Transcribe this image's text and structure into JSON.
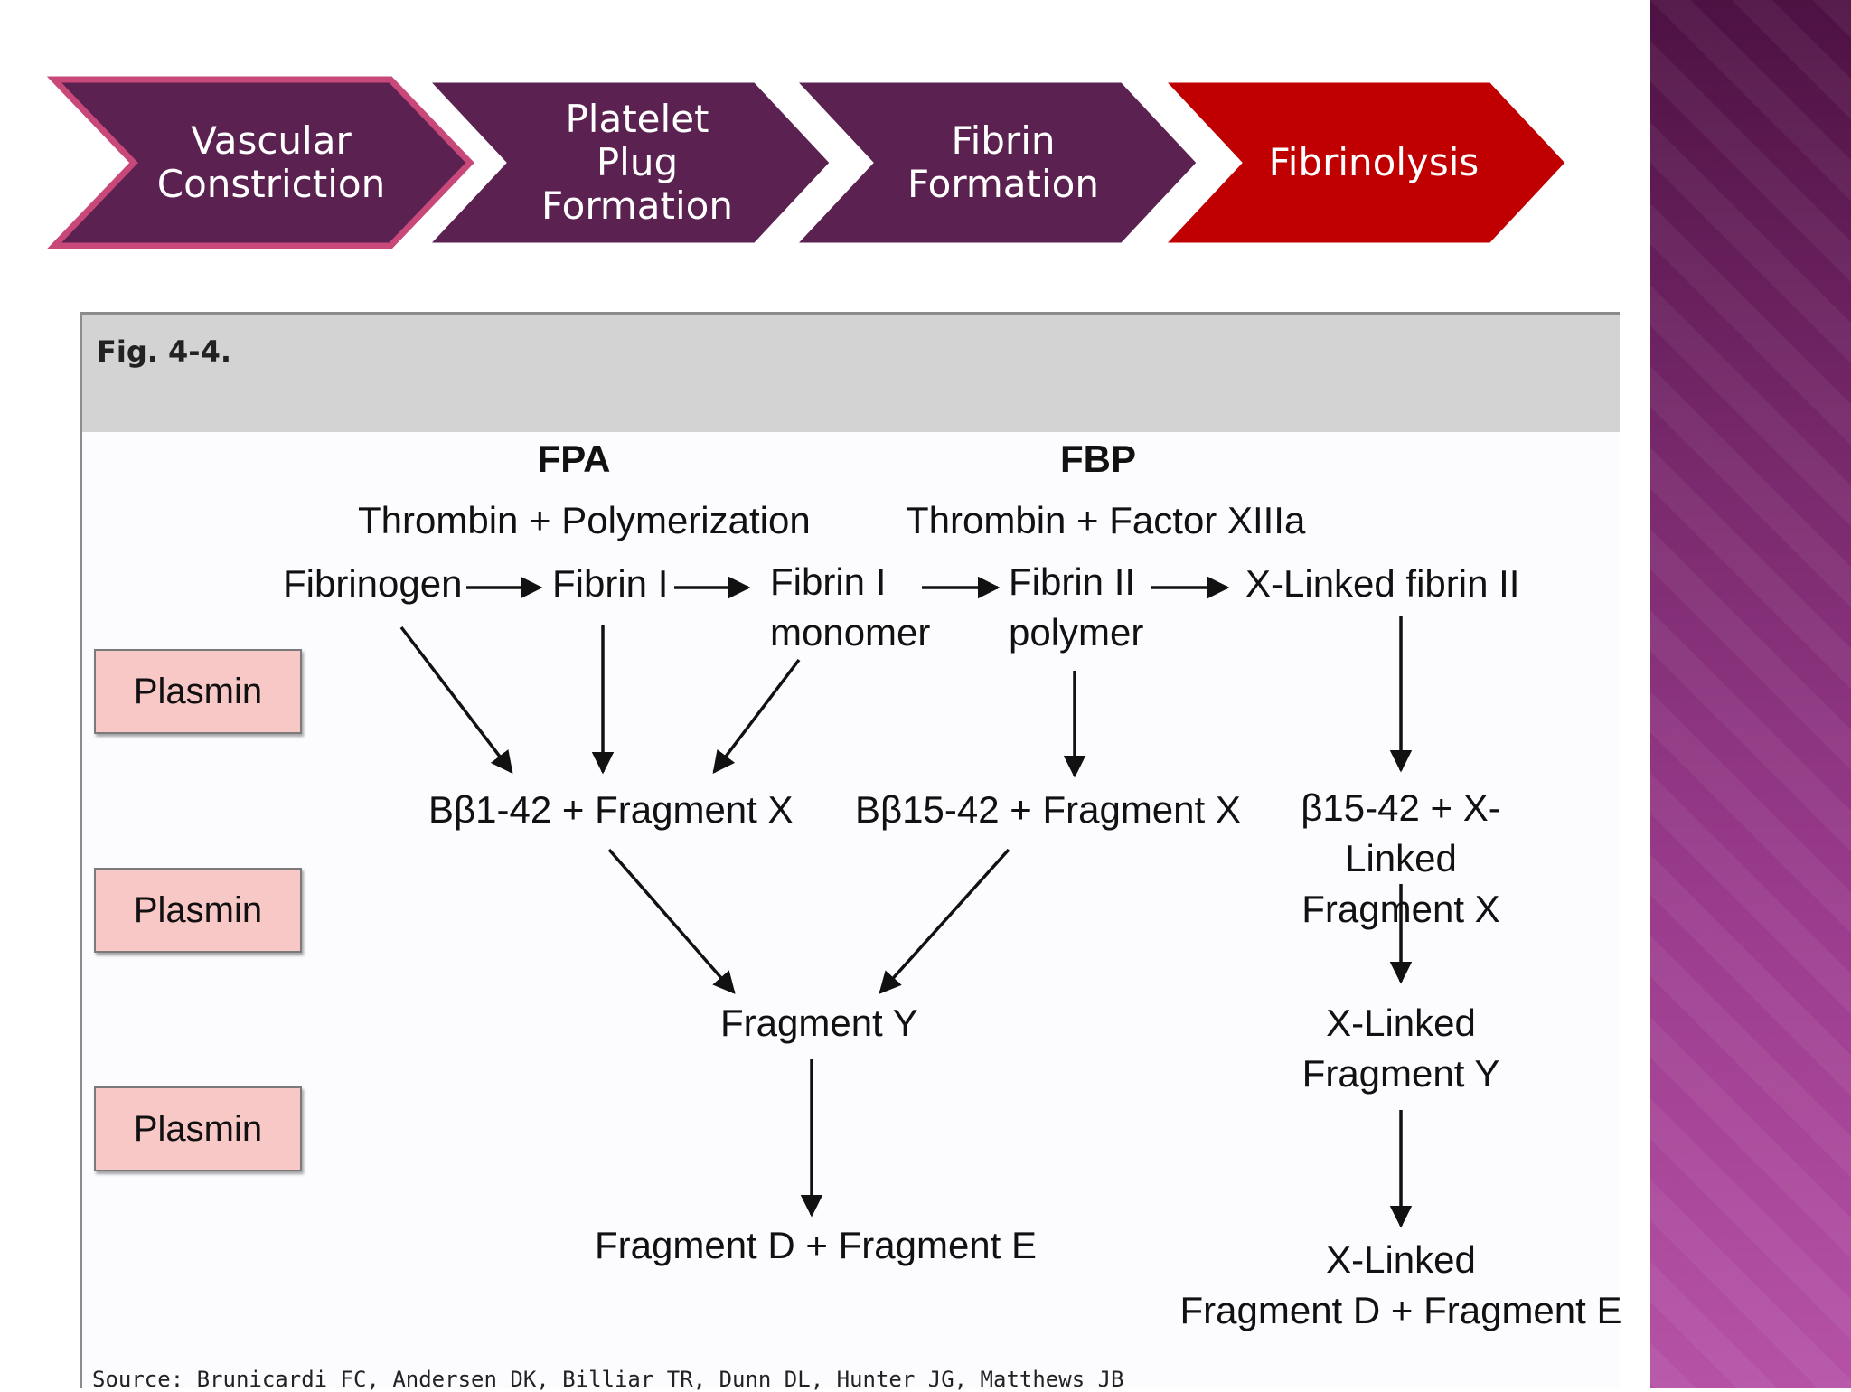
{
  "steps": [
    {
      "label": "Vascular\nConstriction",
      "active": false
    },
    {
      "label": "Platelet\nPlug\nFormation",
      "active": false
    },
    {
      "label": "Fibrin\nFormation",
      "active": false
    },
    {
      "label": "Fibrinolysis",
      "active": true
    }
  ],
  "colors": {
    "step_inactive": "#5b2150",
    "step_inactive_border": "#c8487a",
    "step_active": "#c00000",
    "plasmin_fill": "#f8c8c6",
    "figure_header": "#d3d3d3"
  },
  "figure": {
    "caption": "Fig. 4-4.",
    "top_labels": {
      "fpa": "FPA",
      "fbp": "FBP",
      "thrombin_polymerization": "Thrombin + Polymerization",
      "thrombin_factor": "Thrombin + Factor XIIIa"
    },
    "nodes": {
      "fibrinogen": "Fibrinogen",
      "fibrin_1": "Fibrin I",
      "fibrin_1_monomer": "Fibrin I\nmonomer",
      "fibrin_2_polymer": "Fibrin II\npolymer",
      "xlinked_fibrin_2": "X-Linked fibrin II",
      "bb1_42": "Bβ1-42 + Fragment X",
      "bb15_42": "Bβ15-42 + Fragment X",
      "b15_42_xlinked": "β15-42 + X-Linked\nFragment X",
      "fragment_y": "Fragment Y",
      "xlinked_fragment_y": "X-Linked\nFragment Y",
      "fragment_de": "Fragment D + Fragment E",
      "xlinked_fragment_de": "X-Linked\nFragment D + Fragment E"
    },
    "plasmin_labels": [
      "Plasmin",
      "Plasmin",
      "Plasmin"
    ],
    "source": "Source: Brunicardi FC, Andersen DK, Billiar TR, Dunn DL, Hunter JG, Matthews JB"
  }
}
